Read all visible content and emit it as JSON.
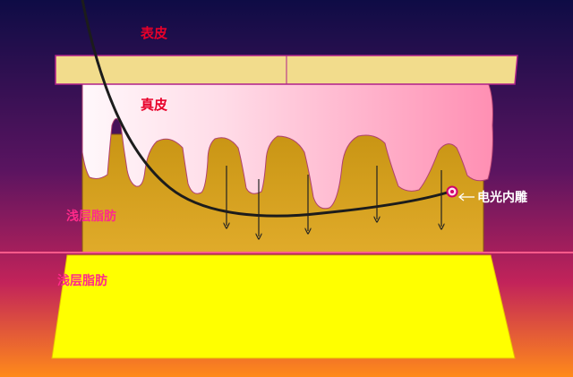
{
  "labels": {
    "epidermis": "表皮",
    "dermis": "真皮",
    "superficial_fat_1": "浅层脂肪",
    "superficial_fat_2": "浅层脂肪",
    "probe": "电光内雕"
  },
  "colors": {
    "background_top": "#14104a",
    "background_bottom": "#ff7a1e",
    "epidermis": "#f2dc8c",
    "dermis_light": "#ffffff",
    "dermis_pink": "#ff8fb0",
    "fat_upper": "#d4a01c",
    "fat_lower": "#ffff00",
    "label_red": "#e8002a",
    "label_magenta": "#ff2a8a",
    "probe_label": "#ffffff",
    "divider_line": "#ff5a8a"
  },
  "icons": {
    "probe_tip": "probe-tip-icon",
    "probe_pointer": "left-arrow-icon"
  }
}
